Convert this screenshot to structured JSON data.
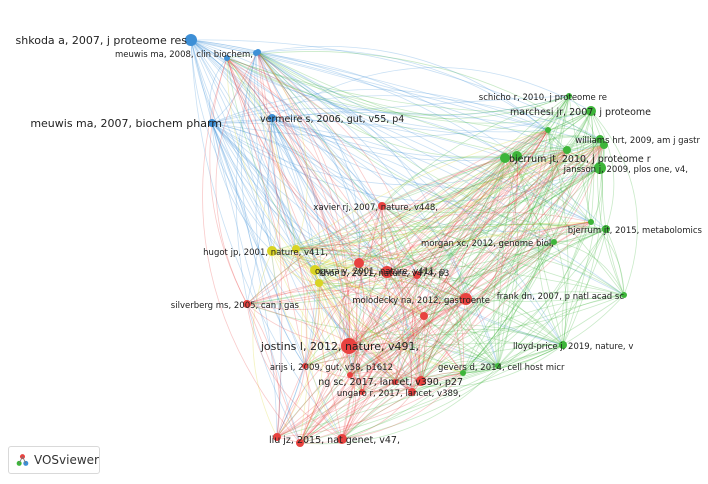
{
  "app": {
    "logo_text": "VOSviewer",
    "icon": "vosviewer-logo"
  },
  "clusters": {
    "red": "#e8423f",
    "green": "#3db53a",
    "blue": "#3d8fd6",
    "yellow": "#d9d424"
  },
  "nodes": [
    {
      "id": "shkoda",
      "label": "shkoda a, 2007, j proteome res",
      "cluster": "blue"
    },
    {
      "id": "meuwis2008",
      "label": "meuwis ma, 2008, clin biochem,",
      "cluster": "blue"
    },
    {
      "id": "vermeire",
      "label": "vermeire s, 2006, gut, v55, p4",
      "cluster": "blue"
    },
    {
      "id": "meuwis2007",
      "label": "meuwis ma, 2007, biochem pharm",
      "cluster": "blue"
    },
    {
      "id": "schicho",
      "label": "schicho r, 2010, j proteome re",
      "cluster": "green"
    },
    {
      "id": "marchesi",
      "label": "marchesi jr, 2007, j proteome",
      "cluster": "green"
    },
    {
      "id": "williams",
      "label": "williams hrt, 2009, am j gastr",
      "cluster": "green"
    },
    {
      "id": "bjerrum2010",
      "label": "bjerrum jt, 2010, j proteome r",
      "cluster": "green"
    },
    {
      "id": "jansson",
      "label": "jansson j, 2009, plos one, v4,",
      "cluster": "green"
    },
    {
      "id": "bjerrum2015",
      "label": "bjerrum jt, 2015, metabolomics",
      "cluster": "green"
    },
    {
      "id": "morgan",
      "label": "morgan xc, 2012, genome biol,",
      "cluster": "green"
    },
    {
      "id": "frank",
      "label": "frank dn, 2007, p natl acad sc",
      "cluster": "green"
    },
    {
      "id": "lloydprice",
      "label": "lloyd-price j, 2019, nature, v",
      "cluster": "green"
    },
    {
      "id": "gevers",
      "label": "gevers d, 2014, cell host micr",
      "cluster": "green"
    },
    {
      "id": "xavier",
      "label": "xavier rj, 2007, nature, v448,",
      "cluster": "red"
    },
    {
      "id": "hugot",
      "label": "hugot jp, 2001, nature, v411,",
      "cluster": "yellow"
    },
    {
      "id": "ogura",
      "label": "ogura y, 2001, nature, v411, p",
      "cluster": "yellow"
    },
    {
      "id": "khor",
      "label": "khor b, 2011, nature, v474, p3",
      "cluster": "red"
    },
    {
      "id": "silverberg",
      "label": "silverberg ms, 2005, can j gas",
      "cluster": "red"
    },
    {
      "id": "molodecky",
      "label": "molodecky na, 2012, gastroente",
      "cluster": "red"
    },
    {
      "id": "jostins",
      "label": "jostins l, 2012, nature, v491,",
      "cluster": "red"
    },
    {
      "id": "arijs",
      "label": "arijs i, 2009, gut, v58, p1612",
      "cluster": "red"
    },
    {
      "id": "ng",
      "label": "ng sc, 2017, lancet, v390, p27",
      "cluster": "red"
    },
    {
      "id": "ungaro",
      "label": "ungaro r, 2017, lancet, v389,",
      "cluster": "red"
    },
    {
      "id": "liu",
      "label": "liu jz, 2015, nat genet, v47,",
      "cluster": "red"
    }
  ]
}
